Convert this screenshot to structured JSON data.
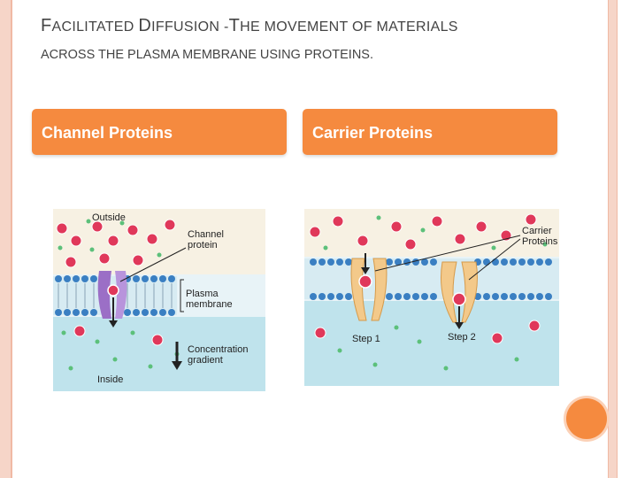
{
  "slide": {
    "title": {
      "part1_initial": "F",
      "part1_rest": "ACILITATED",
      "part2_initial": "D",
      "part2_rest": "IFFUSION",
      "sep": " -",
      "part3_initial": "T",
      "part3_rest": "HE MOVEMENT OF MATERIALS"
    },
    "subtitle": "ACROSS THE PLASMA MEMBRANE USING PROTEINS.",
    "left_header": "Channel Proteins",
    "right_header": "Carrier Proteins"
  },
  "channel_figure": {
    "outside": "Outside",
    "channel_l1": "Channel",
    "channel_l2": "protein",
    "plasma_l1": "Plasma",
    "plasma_l2": "membrane",
    "conc_l1": "Concentration",
    "conc_l2": "gradient",
    "inside": "Inside"
  },
  "carrier_figure": {
    "carrier_l1": "Carrier",
    "carrier_l2": "Proteins",
    "step1": "Step 1",
    "step2": "Step 2"
  },
  "colors": {
    "accent": "#f58a3f",
    "outside_fluid": "#f7f1e3",
    "inside_fluid": "#bfe3ec",
    "membrane_head": "#3a7fc2",
    "channel_protein": "#9b6fc6",
    "carrier_protein": "#f3c98a",
    "molecule": "#e0385a",
    "small_particle": "#5cc07a"
  }
}
